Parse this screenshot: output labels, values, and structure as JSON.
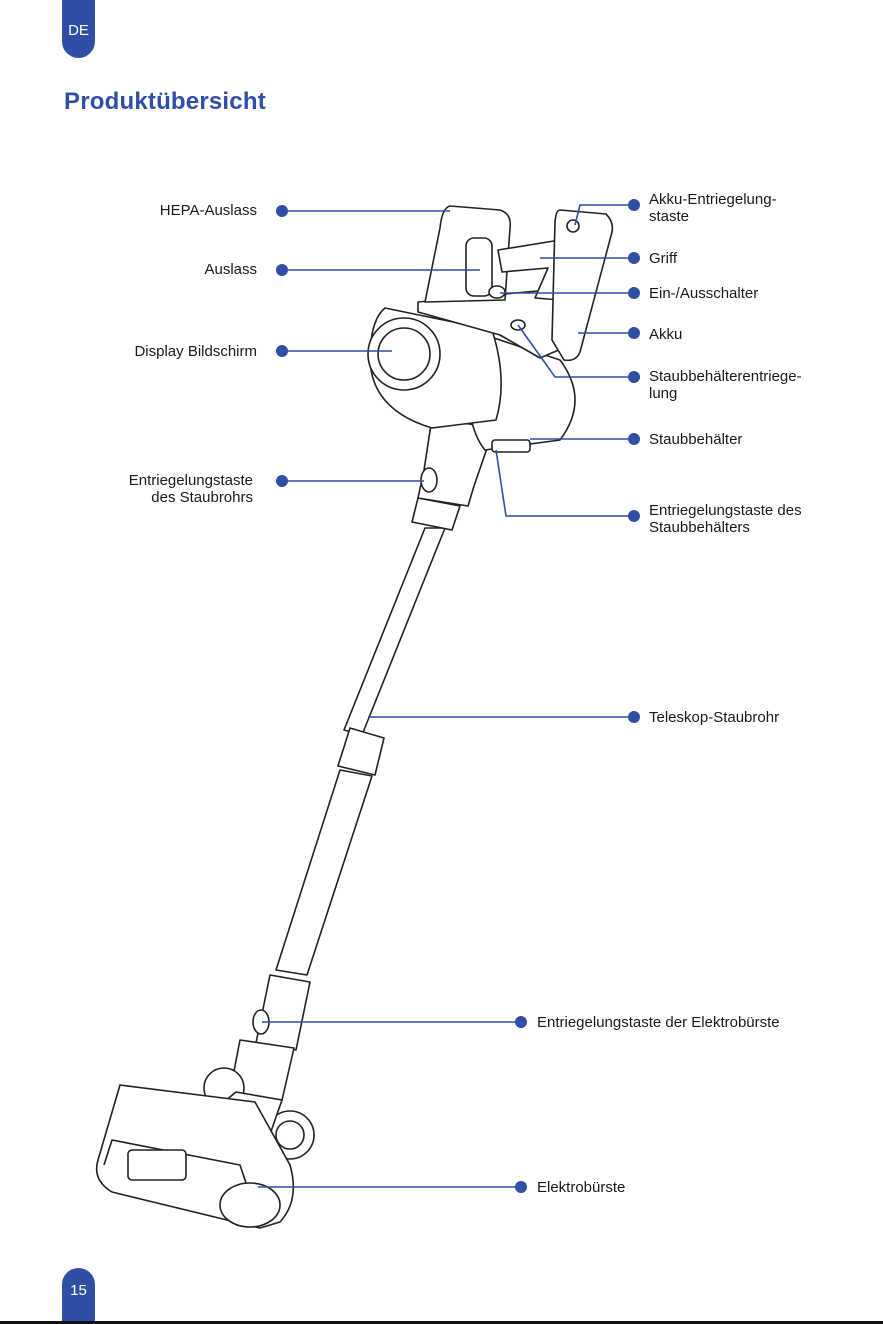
{
  "header": {
    "lang": "DE",
    "title": "Produktübersicht"
  },
  "footer": {
    "page_number": "15"
  },
  "labels": {
    "hepa_outlet": "HEPA-Auslass",
    "outlet": "Auslass",
    "display": "Display Bildschirm",
    "tube_release_1": "Entriegelungstaste",
    "tube_release_2": "des Staubrohrs",
    "battery_release_1": "Akku-Entriegelung-",
    "battery_release_2": "staste",
    "handle": "Griff",
    "power_switch": "Ein-/Ausschalter",
    "battery": "Akku",
    "bin_release_1": "Staubbehälterentriege-",
    "bin_release_2": "lung",
    "dust_bin": "Staubbehälter",
    "bin_button_1": "Entriegelungstaste des",
    "bin_button_2": "Staubbehälters",
    "telescopic_tube": "Teleskop-Staubrohr",
    "brush_release": "Entriegelungstaste der Elektrobürste",
    "electric_brush": "Elektrobürste"
  },
  "colors": {
    "accent": "#2f4fa6",
    "line": "#2f4fa6"
  }
}
